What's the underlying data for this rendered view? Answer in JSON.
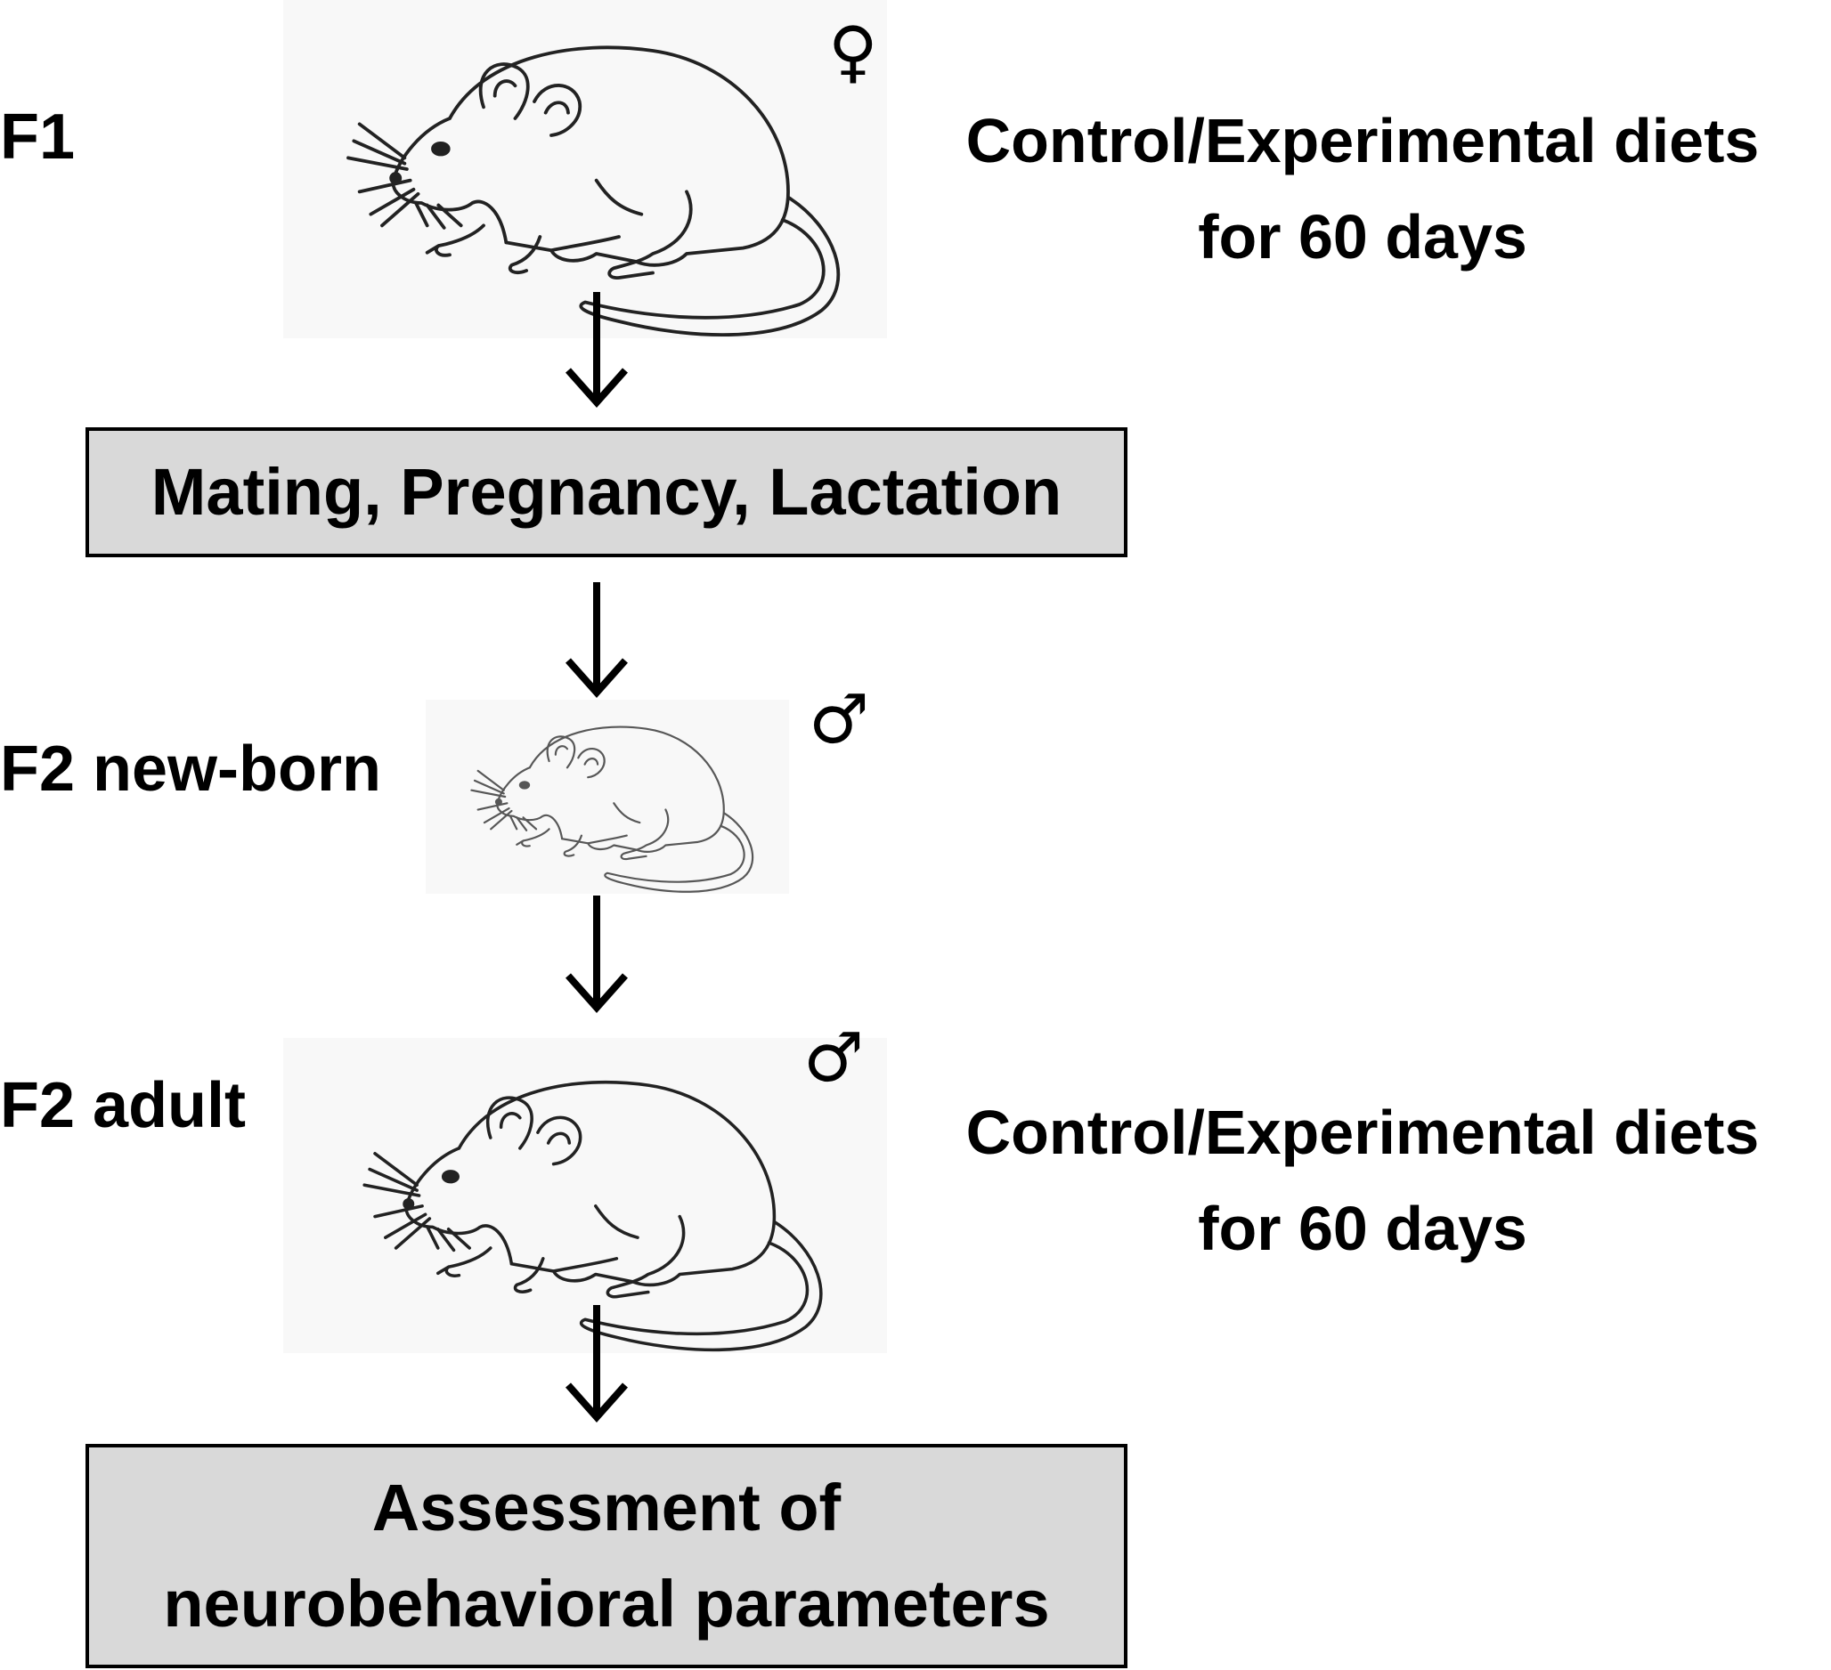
{
  "generations": {
    "f1": {
      "label": "F1",
      "sex_symbol": "♀",
      "sex": "female",
      "diet_line1": "Control/Experimental diets",
      "diet_line2": "for 60 days"
    },
    "f2_newborn": {
      "label": "F2 new-born",
      "sex_symbol": "♂",
      "sex": "male"
    },
    "f2_adult": {
      "label": "F2 adult",
      "sex_symbol": "♂",
      "sex": "male",
      "diet_line1": "Control/Experimental diets",
      "diet_line2": "for 60 days"
    }
  },
  "boxes": {
    "mating": {
      "text": "Mating, Pregnancy, Lactation"
    },
    "assessment": {
      "line1": "Assessment of",
      "line2": "neurobehavioral parameters"
    }
  },
  "colors": {
    "box_fill": "#d9d9d9",
    "stroke": "#000000",
    "drawing_bg": "#f8f8f8"
  },
  "icons": {
    "rat": "rat-drawing",
    "arrow": "arrow-down"
  }
}
